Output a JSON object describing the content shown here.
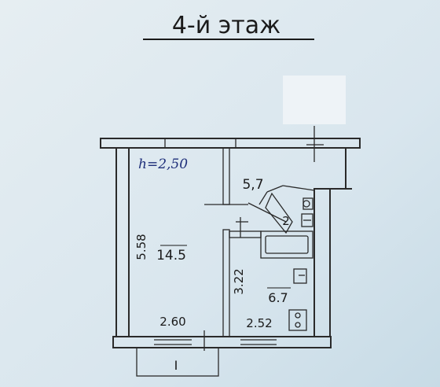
{
  "title": "4-й этаж",
  "ceiling_height": "h=2,50",
  "rooms": {
    "main_area": "14.5",
    "main_length": "5.58",
    "main_width": "2.60",
    "hall_area": "5,7",
    "bath_label": "2",
    "kitchen_area": "6.7",
    "kitchen_length": "3.22",
    "kitchen_width": "2.52"
  },
  "balcony_label": "I",
  "colors": {
    "background": "#dde8ee",
    "wall": "#2a2a2a",
    "handwriting": "#1f2f7a"
  }
}
